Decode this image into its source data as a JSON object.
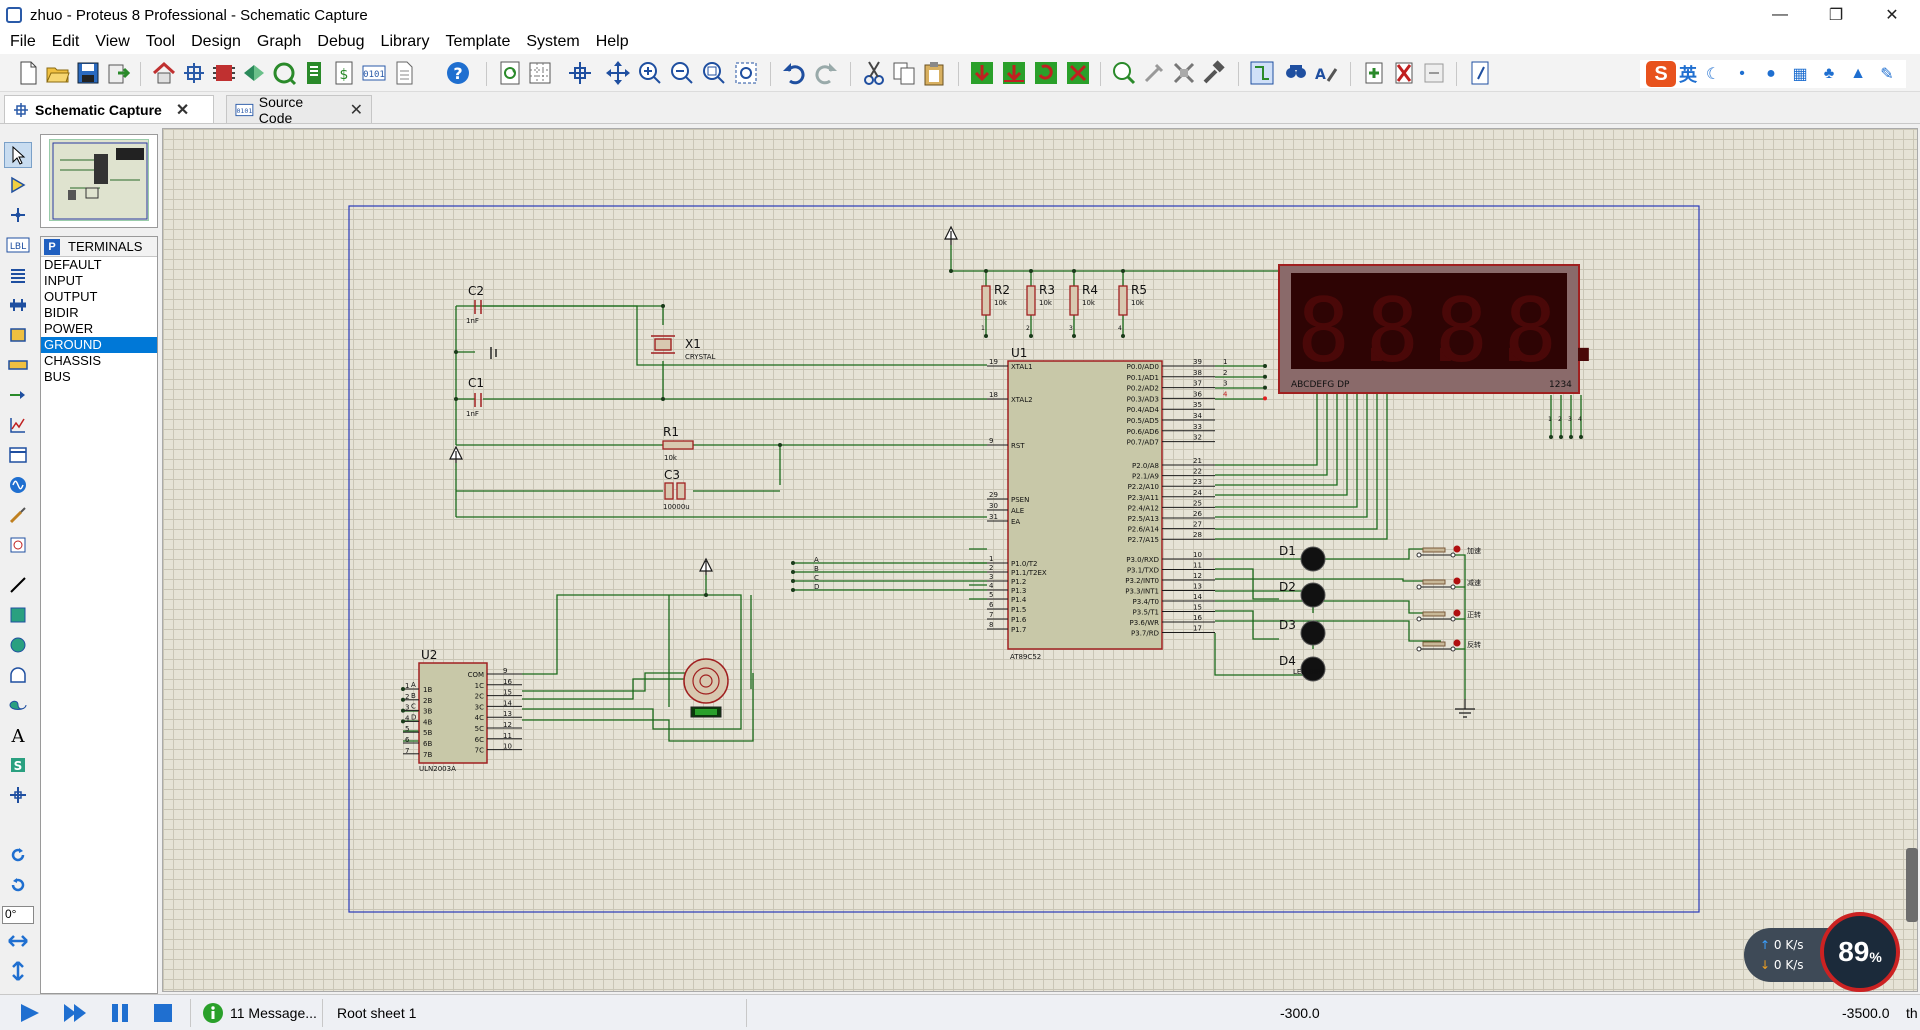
{
  "window": {
    "title": "zhuo - Proteus 8 Professional - Schematic Capture",
    "min_glyph": "—",
    "max_glyph": "❐",
    "close_glyph": "✕"
  },
  "menu": [
    "File",
    "Edit",
    "View",
    "Tool",
    "Design",
    "Graph",
    "Debug",
    "Library",
    "Template",
    "System",
    "Help"
  ],
  "ime": {
    "logo": "S",
    "lang": "英"
  },
  "tabs": [
    {
      "label": "Schematic Capture",
      "close": "✕"
    },
    {
      "label": "Source Code",
      "close": "✕"
    }
  ],
  "device_panel": {
    "button": "P",
    "title": "TERMINALS",
    "items": [
      "DEFAULT",
      "INPUT",
      "OUTPUT",
      "BIDIR",
      "POWER",
      "GROUND",
      "CHASSIS",
      "BUS"
    ],
    "selected": "GROUND"
  },
  "rotation": "0°",
  "status": {
    "messages": "11 Message...",
    "sheet": "Root sheet 1",
    "x": "-300.0",
    "y": "-3500.0",
    "unit": "th"
  },
  "widget": {
    "up": "0 K/s",
    "down": "0 K/s",
    "percent": "89",
    "pct_sign": "%"
  },
  "schematic": {
    "u1": {
      "ref": "U1",
      "part": "AT89C52",
      "left_pins": [
        {
          "num": "19",
          "name": "XTAL1"
        },
        {
          "num": "18",
          "name": "XTAL2"
        },
        {
          "num": "9",
          "name": "RST"
        },
        {
          "num": "29",
          "name": "PSEN"
        },
        {
          "num": "30",
          "name": "ALE"
        },
        {
          "num": "31",
          "name": "EA"
        },
        {
          "num": "1",
          "name": "P1.0/T2"
        },
        {
          "num": "2",
          "name": "P1.1/T2EX"
        },
        {
          "num": "3",
          "name": "P1.2"
        },
        {
          "num": "4",
          "name": "P1.3"
        },
        {
          "num": "5",
          "name": "P1.4"
        },
        {
          "num": "6",
          "name": "P1.5"
        },
        {
          "num": "7",
          "name": "P1.6"
        },
        {
          "num": "8",
          "name": "P1.7"
        }
      ],
      "right_pins": [
        {
          "num": "39",
          "name": "P0.0/AD0"
        },
        {
          "num": "38",
          "name": "P0.1/AD1"
        },
        {
          "num": "37",
          "name": "P0.2/AD2"
        },
        {
          "num": "36",
          "name": "P0.3/AD3"
        },
        {
          "num": "35",
          "name": "P0.4/AD4"
        },
        {
          "num": "34",
          "name": "P0.5/AD5"
        },
        {
          "num": "33",
          "name": "P0.6/AD6"
        },
        {
          "num": "32",
          "name": "P0.7/AD7"
        },
        {
          "num": "21",
          "name": "P2.0/A8"
        },
        {
          "num": "22",
          "name": "P2.1/A9"
        },
        {
          "num": "23",
          "name": "P2.2/A10"
        },
        {
          "num": "24",
          "name": "P2.3/A11"
        },
        {
          "num": "25",
          "name": "P2.4/A12"
        },
        {
          "num": "26",
          "name": "P2.5/A13"
        },
        {
          "num": "27",
          "name": "P2.6/A14"
        },
        {
          "num": "28",
          "name": "P2.7/A15"
        },
        {
          "num": "10",
          "name": "P3.0/RXD"
        },
        {
          "num": "11",
          "name": "P3.1/TXD"
        },
        {
          "num": "12",
          "name": "P3.2/INT0"
        },
        {
          "num": "13",
          "name": "P3.3/INT1"
        },
        {
          "num": "14",
          "name": "P3.4/T0"
        },
        {
          "num": "15",
          "name": "P3.5/T1"
        },
        {
          "num": "16",
          "name": "P3.6/WR"
        },
        {
          "num": "17",
          "name": "P3.7/RD"
        }
      ],
      "p0_tags": [
        "1",
        "2",
        "3",
        "4"
      ],
      "p1_tags": [
        "A",
        "B",
        "C",
        "D"
      ]
    },
    "u2": {
      "ref": "U2",
      "part": "ULN2003A",
      "left_pins": [
        {
          "num": "1",
          "name": "1B"
        },
        {
          "num": "2",
          "name": "2B"
        },
        {
          "num": "3",
          "name": "3B"
        },
        {
          "num": "4",
          "name": "4B"
        },
        {
          "num": "5",
          "name": "5B"
        },
        {
          "num": "6",
          "name": "6B"
        },
        {
          "num": "7",
          "name": "7B"
        }
      ],
      "right_pins": [
        {
          "num": "9",
          "name": "COM"
        },
        {
          "num": "16",
          "name": "1C"
        },
        {
          "num": "15",
          "name": "2C"
        },
        {
          "num": "14",
          "name": "3C"
        },
        {
          "num": "13",
          "name": "4C"
        },
        {
          "num": "12",
          "name": "5C"
        },
        {
          "num": "11",
          "name": "6C"
        },
        {
          "num": "10",
          "name": "7C"
        }
      ],
      "in_tags": [
        "A",
        "B",
        "C",
        "D"
      ]
    },
    "caps": [
      {
        "ref": "C2",
        "value": "1nF"
      },
      {
        "ref": "C1",
        "value": "1nF"
      },
      {
        "ref": "C3",
        "value": "10000u"
      }
    ],
    "crystal": {
      "ref": "X1",
      "value": "CRYSTAL"
    },
    "r1": {
      "ref": "R1",
      "value": "10k"
    },
    "pullups": [
      {
        "ref": "R2",
        "value": "10k",
        "pin": "1"
      },
      {
        "ref": "R3",
        "value": "10k",
        "pin": "2"
      },
      {
        "ref": "R4",
        "value": "10k",
        "pin": "3"
      },
      {
        "ref": "R5",
        "value": "10k",
        "pin": "4"
      }
    ],
    "display": {
      "digits": [
        "8.",
        "8.",
        "8.",
        "8."
      ],
      "seg_label": "ABCDEFG  DP",
      "com_label": "1234",
      "com_pins": [
        "1",
        "2",
        "3",
        "4"
      ]
    },
    "leds": [
      {
        "ref": "D1"
      },
      {
        "ref": "D2"
      },
      {
        "ref": "D3"
      },
      {
        "ref": "D4",
        "part": "LED-BIRY"
      }
    ],
    "buttons": [
      "加速",
      "减速",
      "正转",
      "反转"
    ]
  }
}
